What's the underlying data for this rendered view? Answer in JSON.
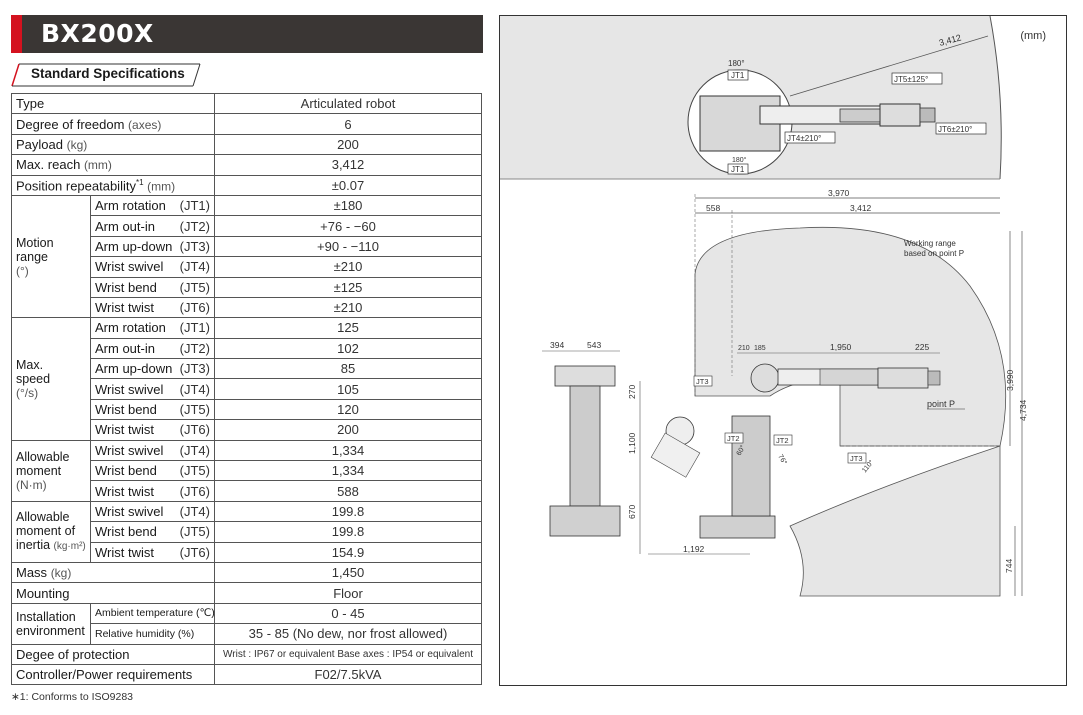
{
  "header": {
    "title": "BX200X"
  },
  "section": {
    "title": "Standard Specifications"
  },
  "spec": {
    "type": {
      "label": "Type",
      "value": "Articulated robot"
    },
    "dof": {
      "label": "Degree of freedom",
      "unit": "(axes)",
      "value": "6"
    },
    "payload": {
      "label": "Payload",
      "unit": "(kg)",
      "value": "200"
    },
    "reach": {
      "label": "Max. reach",
      "unit": "(mm)",
      "value": "3,412"
    },
    "repeat": {
      "label": "Position repeatability",
      "sup": "*1",
      "unit": "(mm)",
      "value": "±0.07"
    },
    "motion": {
      "label_line1": "Motion",
      "label_line2": "range",
      "unit": "(°)",
      "rows": [
        {
          "name": "Arm rotation",
          "jt": "(JT1)",
          "value": "±180"
        },
        {
          "name": "Arm out-in",
          "jt": "(JT2)",
          "value": "+76 - −60"
        },
        {
          "name": "Arm up-down",
          "jt": "(JT3)",
          "value": "+90 - −110"
        },
        {
          "name": "Wrist swivel",
          "jt": "(JT4)",
          "value": "±210"
        },
        {
          "name": "Wrist bend",
          "jt": "(JT5)",
          "value": "±125"
        },
        {
          "name": "Wrist twist",
          "jt": "(JT6)",
          "value": "±210"
        }
      ]
    },
    "speed": {
      "label_line1": "Max.",
      "label_line2": "speed",
      "unit": "(°/s)",
      "rows": [
        {
          "name": "Arm rotation",
          "jt": "(JT1)",
          "value": "125"
        },
        {
          "name": "Arm out-in",
          "jt": "(JT2)",
          "value": "102"
        },
        {
          "name": "Arm up-down",
          "jt": "(JT3)",
          "value": "85"
        },
        {
          "name": "Wrist swivel",
          "jt": "(JT4)",
          "value": "105"
        },
        {
          "name": "Wrist bend",
          "jt": "(JT5)",
          "value": "120"
        },
        {
          "name": "Wrist twist",
          "jt": "(JT6)",
          "value": "200"
        }
      ]
    },
    "moment": {
      "label_line1": "Allowable",
      "label_line2": "moment",
      "unit": "(N·m)",
      "rows": [
        {
          "name": "Wrist swivel",
          "jt": "(JT4)",
          "value": "1,334"
        },
        {
          "name": "Wrist bend",
          "jt": "(JT5)",
          "value": "1,334"
        },
        {
          "name": "Wrist twist",
          "jt": "(JT6)",
          "value": "588"
        }
      ]
    },
    "inertia": {
      "label_line1": "Allowable",
      "label_line2": "moment of",
      "label_line3": "inertia",
      "unit": "(kg·m²)",
      "rows": [
        {
          "name": "Wrist swivel",
          "jt": "(JT4)",
          "value": "199.8"
        },
        {
          "name": "Wrist bend",
          "jt": "(JT5)",
          "value": "199.8"
        },
        {
          "name": "Wrist twist",
          "jt": "(JT6)",
          "value": "154.9"
        }
      ]
    },
    "mass": {
      "label": "Mass",
      "unit": "(kg)",
      "value": "1,450"
    },
    "mounting": {
      "label": "Mounting",
      "value": "Floor"
    },
    "install": {
      "label_line1": "Installation",
      "label_line2": "environment",
      "rows": [
        {
          "name": "Ambient temperature (℃)",
          "value": "0 - 45"
        },
        {
          "name": "Relative humidity (%)",
          "value": "35 - 85 (No dew, nor frost allowed)"
        }
      ]
    },
    "protection": {
      "label": "Degee of protection",
      "value": "Wrist : IP67 or equivalent   Base axes : IP54 or equivalent"
    },
    "controller": {
      "label": "Controller/Power requirements",
      "value": "F02/7.5kVA"
    }
  },
  "footnote": "∗1: Conforms to ISO9283",
  "drawing": {
    "unit": "(mm)",
    "top_view": {
      "reach": "3,412",
      "angle_top": "180°",
      "angle_bottom": "180°",
      "jt1_top": "JT1",
      "jt1_bottom": "JT1",
      "jt4": "JT4±210°",
      "jt5": "JT5±125°",
      "jt6": "JT6±210°"
    },
    "side_view": {
      "dim_3970": "3,970",
      "dim_558": "558",
      "dim_3412": "3,412",
      "working_range_1": "Working range",
      "working_range_2": "based on point P",
      "dim_394": "394",
      "dim_543": "543",
      "dim_210": "210",
      "dim_185": "185",
      "dim_1950": "1,950",
      "dim_225": "225",
      "dim_270": "270",
      "dim_1100": "1,100",
      "dim_670": "670",
      "dim_1192": "1,192",
      "dim_3990": "3,990",
      "dim_4734": "4,734",
      "dim_744": "744",
      "point_p": "point P",
      "jt3_a": "JT3",
      "jt2_a": "JT2",
      "jt2_b": "JT2",
      "jt3_b": "JT3",
      "ang_60": "60°",
      "ang_76": "76°",
      "ang_110": "110°"
    }
  }
}
